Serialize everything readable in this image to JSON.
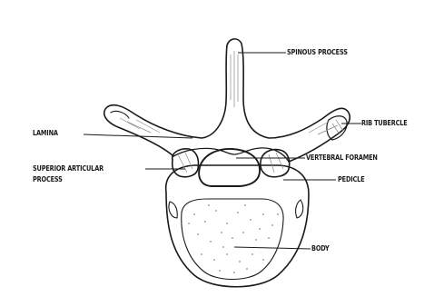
{
  "labels": {
    "spinous_process": "SPINOUS PROCESS",
    "lamina": "LAMINA",
    "rib_tubercle": "RIB TUBERCLE",
    "superior_articular_line1": "SUPERIOR ARTICULAR",
    "superior_articular_line2": "PROCESS",
    "vertebral_foramen": "VERTEBRAL FORAMEN",
    "pedicle": "PEDICLE",
    "body": "BODY"
  },
  "colors": {
    "ink": "#1a1a1a",
    "background": "#ffffff",
    "shading": "#8a8a8a"
  }
}
